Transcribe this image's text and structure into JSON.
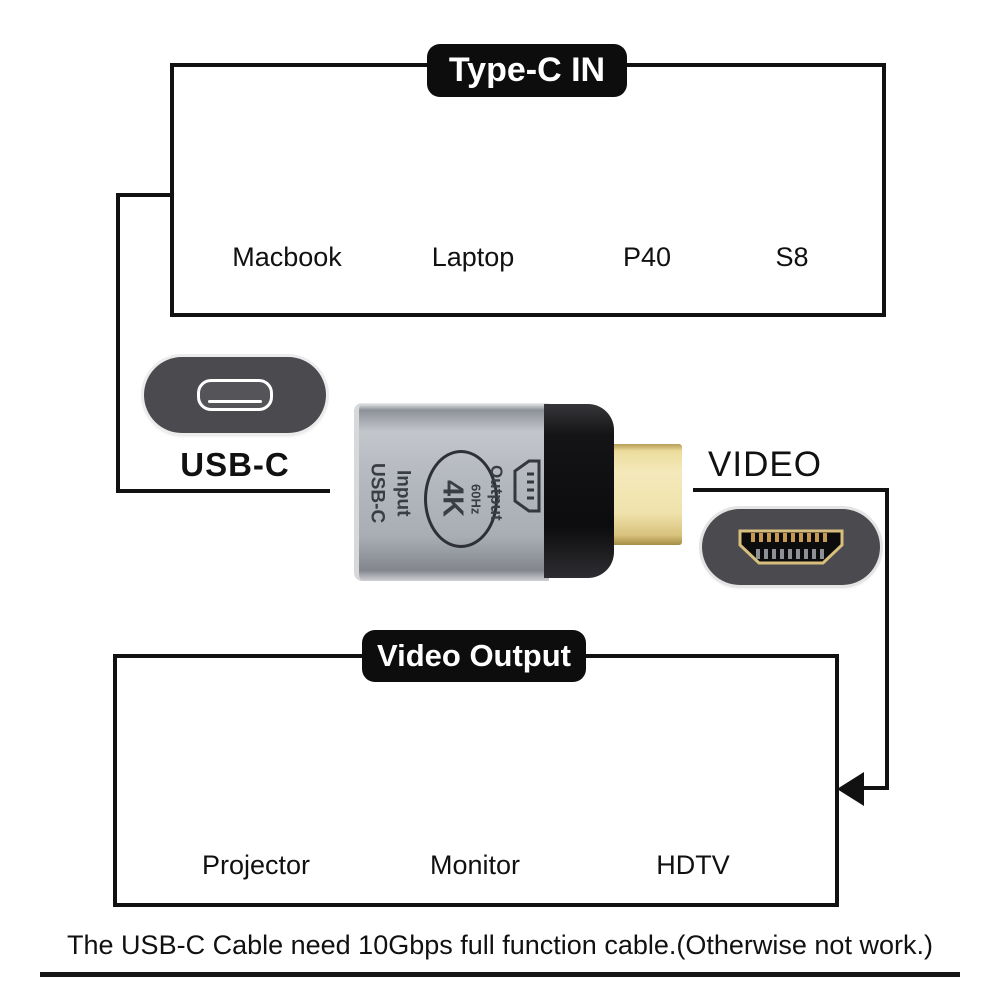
{
  "type_c_in": {
    "title": "Type-C IN",
    "devices": [
      {
        "name": "Macbook",
        "icon": "macbook-icon"
      },
      {
        "name": "Laptop",
        "icon": "laptop-icon"
      },
      {
        "name": "P40",
        "icon": "phone-p40-icon"
      },
      {
        "name": "S8",
        "icon": "phone-s8-icon"
      }
    ]
  },
  "usb_c": {
    "label": "USB-C"
  },
  "video": {
    "label": "VIDEO"
  },
  "adapter": {
    "input_line1": "USB-C",
    "input_line2": "Input",
    "badge_main": "4K",
    "badge_sub": "60Hz",
    "output_label": "Output"
  },
  "video_output": {
    "title": "Video Output",
    "devices": [
      {
        "name": "Projector",
        "icon": "projector-icon"
      },
      {
        "name": "Monitor",
        "icon": "monitor-icon"
      },
      {
        "name": "HDTV",
        "icon": "hdtv-icon"
      }
    ]
  },
  "footer": {
    "note": "The USB-C Cable need 10Gbps full function cable.(Otherwise not work.)"
  },
  "colors": {
    "line": "#111111",
    "label_background": "#0d0d0d",
    "connector_gray": "#4a4a4f",
    "adapter_body_gray": "#b3b7be",
    "hdmi_gold": "#e9d89c"
  }
}
